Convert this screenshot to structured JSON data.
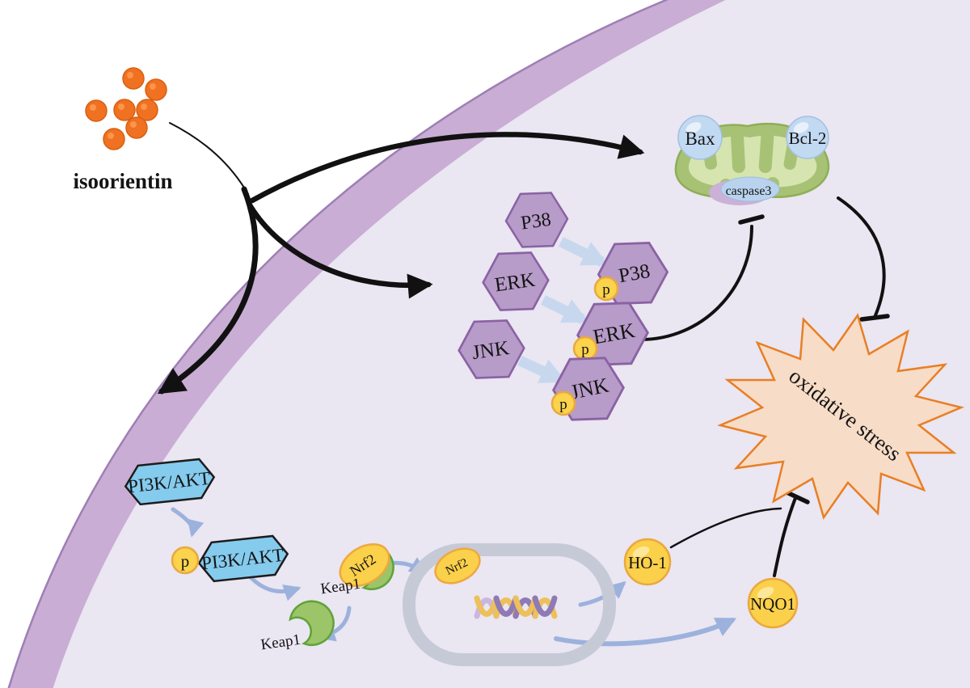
{
  "diagram": {
    "compound": {
      "label": "isoorientin"
    },
    "mitochondria": {
      "bax": "Bax",
      "bcl2": "Bcl-2",
      "caspase3": "caspase3"
    },
    "mapk": {
      "p38": "P38",
      "erk": "ERK",
      "jnk": "JNK",
      "p38_phos": "P38",
      "erk_phos": "ERK",
      "jnk_phos": "JNK",
      "phospho": "p"
    },
    "pi3k": {
      "label": "PI3K/AKT",
      "label_phos": "PI3K/AKT",
      "phospho": "p"
    },
    "nrf2_pathway": {
      "keap1_bound": "Keap1",
      "keap1_free": "Keap1",
      "nrf2_bound": "Nrf2",
      "nrf2_nucleus": "Nrf2",
      "ho1": "HO-1",
      "nqo1": "NQO1"
    },
    "stress": {
      "label": "oxidative stress"
    },
    "colors": {
      "membrane": "#c9add4",
      "membrane_edge": "#9d7fb5",
      "cytoplasm": "#eae6f2",
      "mapk_hexagon": "#b79bc8",
      "mapk_hexagon_border": "#8a62a3",
      "pi3k_blue": "#85cbee",
      "phospho_yellow": "#fbd34c",
      "phospho_border": "#e9a93d",
      "keap1_green": "#9cc468",
      "nrf2_yellow": "#fbd04b",
      "mito_green": "#a7c275",
      "mito_inner_green": "#d6e4b0",
      "bax_bcl2_blue": "#c2d9f2",
      "caspase_purple": "#cbb0d8",
      "nucleus_gray": "#c6cad7",
      "stress_fill": "#f7dcc7",
      "stress_border": "#e87f24",
      "compound_orange": "#ef7121",
      "arrow_black": "#111111",
      "arrow_blue": "#9cb2dc",
      "block_arrow_blue": "#c7d8ee",
      "dna_gold": "#eec05a",
      "dna_purple": "#8d7ab6",
      "dna_lilac": "#c9b7dd"
    }
  }
}
